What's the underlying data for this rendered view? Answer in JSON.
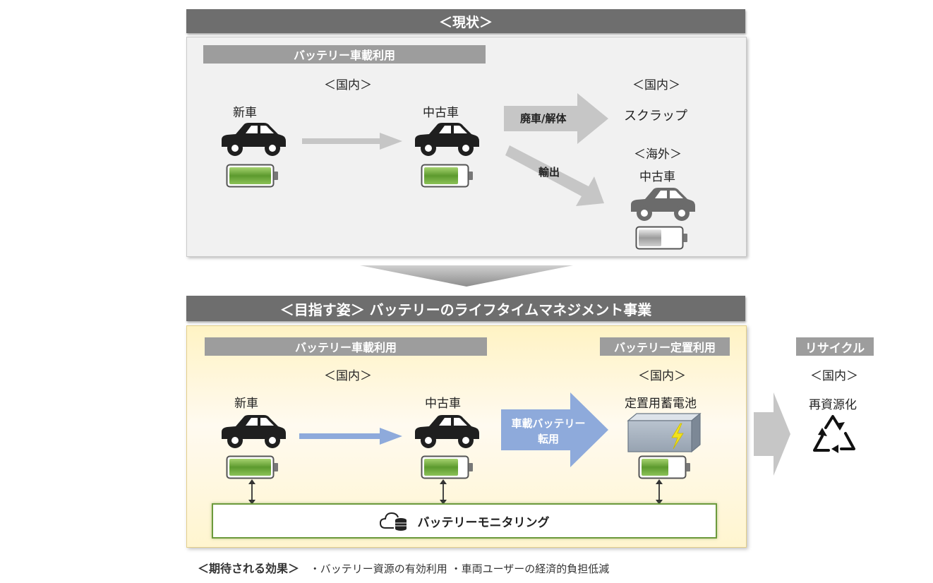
{
  "current": {
    "header": "＜現状＞",
    "subhead": "バッテリー車載利用",
    "domestic_left": "＜国内＞",
    "new_car": "新車",
    "used_car": "中古車",
    "scrap_arrow": "廃車/解体",
    "domestic_right": "＜国内＞",
    "scrap": "スクラップ",
    "export_arrow": "輸出",
    "overseas": "＜海外＞",
    "overseas_used_car": "中古車"
  },
  "future": {
    "header": "＜目指す姿＞ バッテリーのライフタイムマネジメント事業",
    "subhead_vehicle": "バッテリー車載利用",
    "subhead_stationary": "バッテリー定置利用",
    "domestic_left": "＜国内＞",
    "domestic_right": "＜国内＞",
    "new_car": "新車",
    "used_car": "中古車",
    "transfer_line1": "車載バッテリー",
    "transfer_line2": "転用",
    "storage": "定置用蓄電池",
    "monitoring": "バッテリーモニタリング"
  },
  "recycle": {
    "subhead": "リサイクル",
    "domestic": "＜国内＞",
    "label": "再資源化"
  },
  "effects": {
    "title": "＜期待される効果＞",
    "items": "・バッテリー資源の有効利用 ・車両ユーザーの経済的負担低減"
  },
  "icons": [
    "car-icon",
    "battery-icon",
    "cloud-database-icon",
    "lightning-icon",
    "recycle-icon"
  ],
  "colors": {
    "header_gray": "#6e6e6e",
    "battery_green": "#6aa83c",
    "arrow_blue": "#8eaadb",
    "car_dark": "#1f1f1f",
    "car_gray": "#6b6b6b"
  }
}
